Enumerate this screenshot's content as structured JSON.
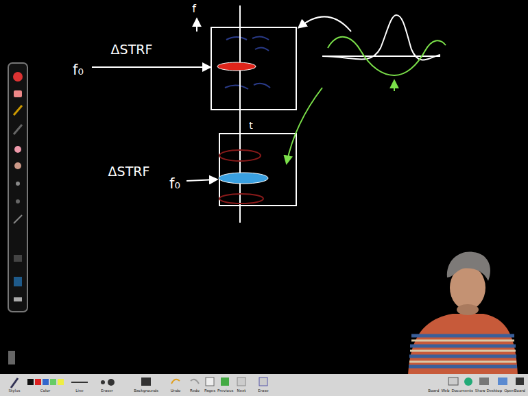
{
  "diagram": {
    "labels": [
      "ΔSTRF",
      "f",
      "f₀",
      "t",
      "ΔSTRF",
      "f₀",
      "Stylus",
      "Color",
      "Line",
      "Eraser",
      "Backgrounds",
      "Undo",
      "Redo",
      "Pages",
      "Previous",
      "Next",
      "Erase",
      "Board",
      "Web",
      "Documents",
      "Show Desktop",
      "OpenBoard"
    ]
  }
}
